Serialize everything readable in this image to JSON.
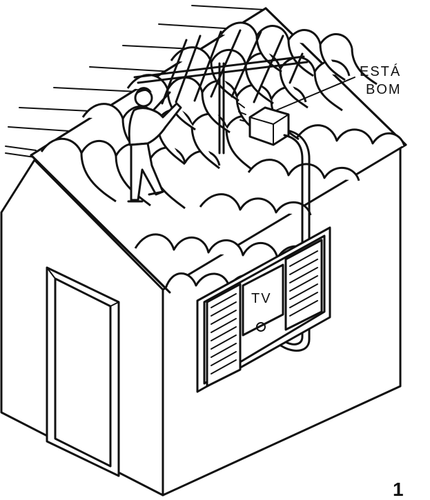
{
  "labels": {
    "status_line1": "ESTÁ",
    "status_line2": "BOM",
    "tv": "TV",
    "figure_number": "1"
  },
  "colors": {
    "ink": "#111111",
    "paper": "#ffffff"
  }
}
